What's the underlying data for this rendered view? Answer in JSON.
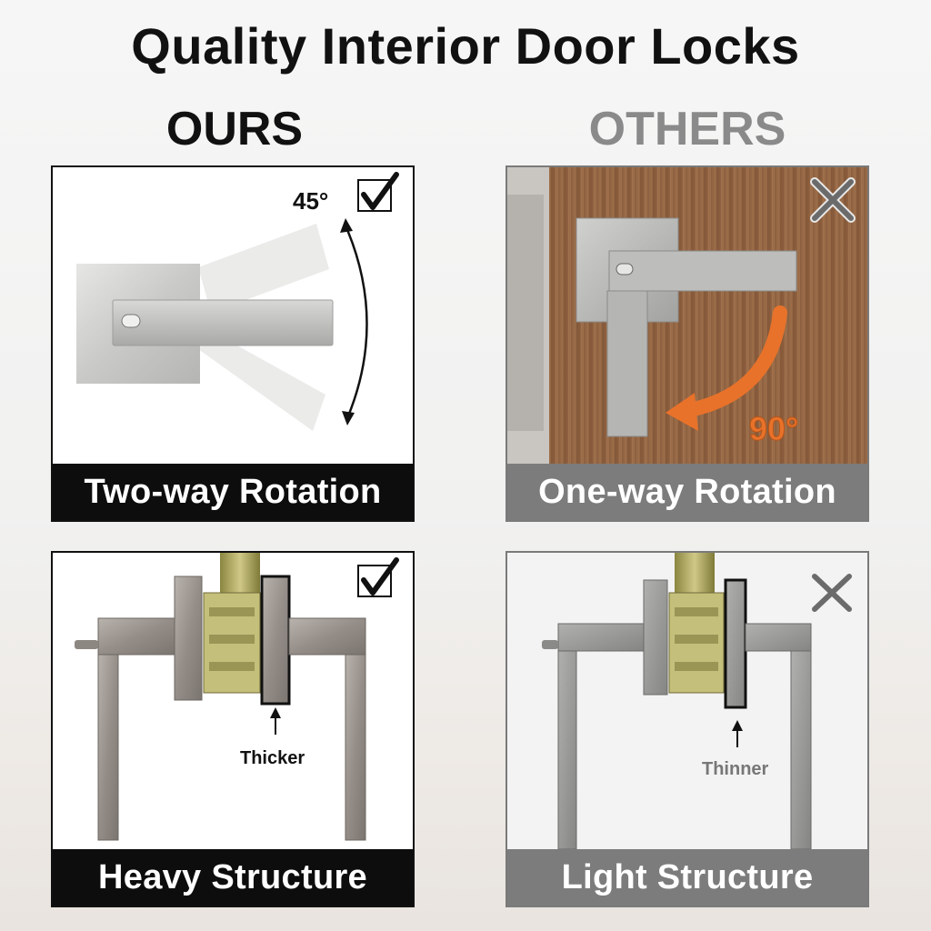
{
  "title": "Quality Interior Door Locks",
  "columns": {
    "ours": "OURS",
    "others": "OTHERS"
  },
  "panels": {
    "rotation_ours": {
      "caption": "Two-way Rotation",
      "angle_label": "45°"
    },
    "rotation_others": {
      "caption": "One-way Rotation",
      "angle_label": "90°"
    },
    "structure_ours": {
      "caption": "Heavy Structure",
      "callout": "Thicker"
    },
    "structure_others": {
      "caption": "Light Structure",
      "callout": "Thinner"
    }
  },
  "icons": {
    "ours_marks": "checkmark-icon",
    "others_marks": "x-mark-icon"
  },
  "colors": {
    "ours_caption_bg": "#0d0d0d",
    "others_caption_bg": "#7c7c7c",
    "others_heading": "#8a8a8a",
    "rotation_arrow": "#e8722a"
  }
}
